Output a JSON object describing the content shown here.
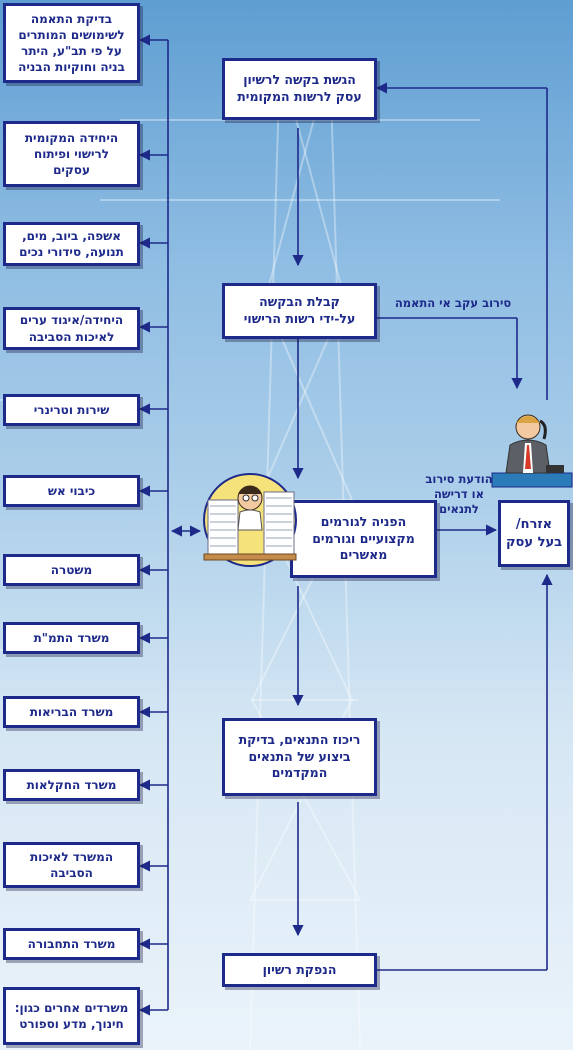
{
  "left_column": [
    "בדיקת התאמה\nלשימושים המותרים\nעל פי תב\"ע, היתר\nבניה וחוקיות הבניה",
    "היחידה המקומית\nלרישוי ופיתוח\nעסקים",
    "אשפה, ביוב, מים,\nתנועה, סידורי נכים",
    "היחידה/איגוד ערים\nלאיכות הסביבה",
    "שירות וטרינרי",
    "כיבוי אש",
    "משטרה",
    "משרד התמ\"ת",
    "משרד הבריאות",
    "משרד החקלאות",
    "המשרד לאיכות\nהסביבה",
    "משרד התחבורה",
    "משרדים אחרים כגון:\nחינוך, מדע וספורט"
  ],
  "flow": {
    "submit": "הגשת בקשה לרשיון\nעסק לרשות המקומית",
    "receive": "קבלת הבקשה\nעל-ידי רשות הרישוי",
    "refer": "הפניה לגורמים\nמקצועיים וגורמים\nמאשרים",
    "conditions": "ריכוז התנאים, בדיקת\nביצוע של התנאים\nהמקדמים",
    "issue": "הנפקת רשיון"
  },
  "citizen": "אזרח/\nבעל עסק",
  "labels": {
    "refusal_mismatch": "סירוב עקב אי התאמה",
    "refusal_notice": "הודעת סירוב\nאו דרישה\nלתנאים"
  },
  "colors": {
    "box_border": "#1e2a8a",
    "text": "#1e2a8a",
    "line": "#1e2a8a"
  },
  "icons": [
    "clerk-with-papers-icon",
    "businessman-on-phone-icon"
  ]
}
